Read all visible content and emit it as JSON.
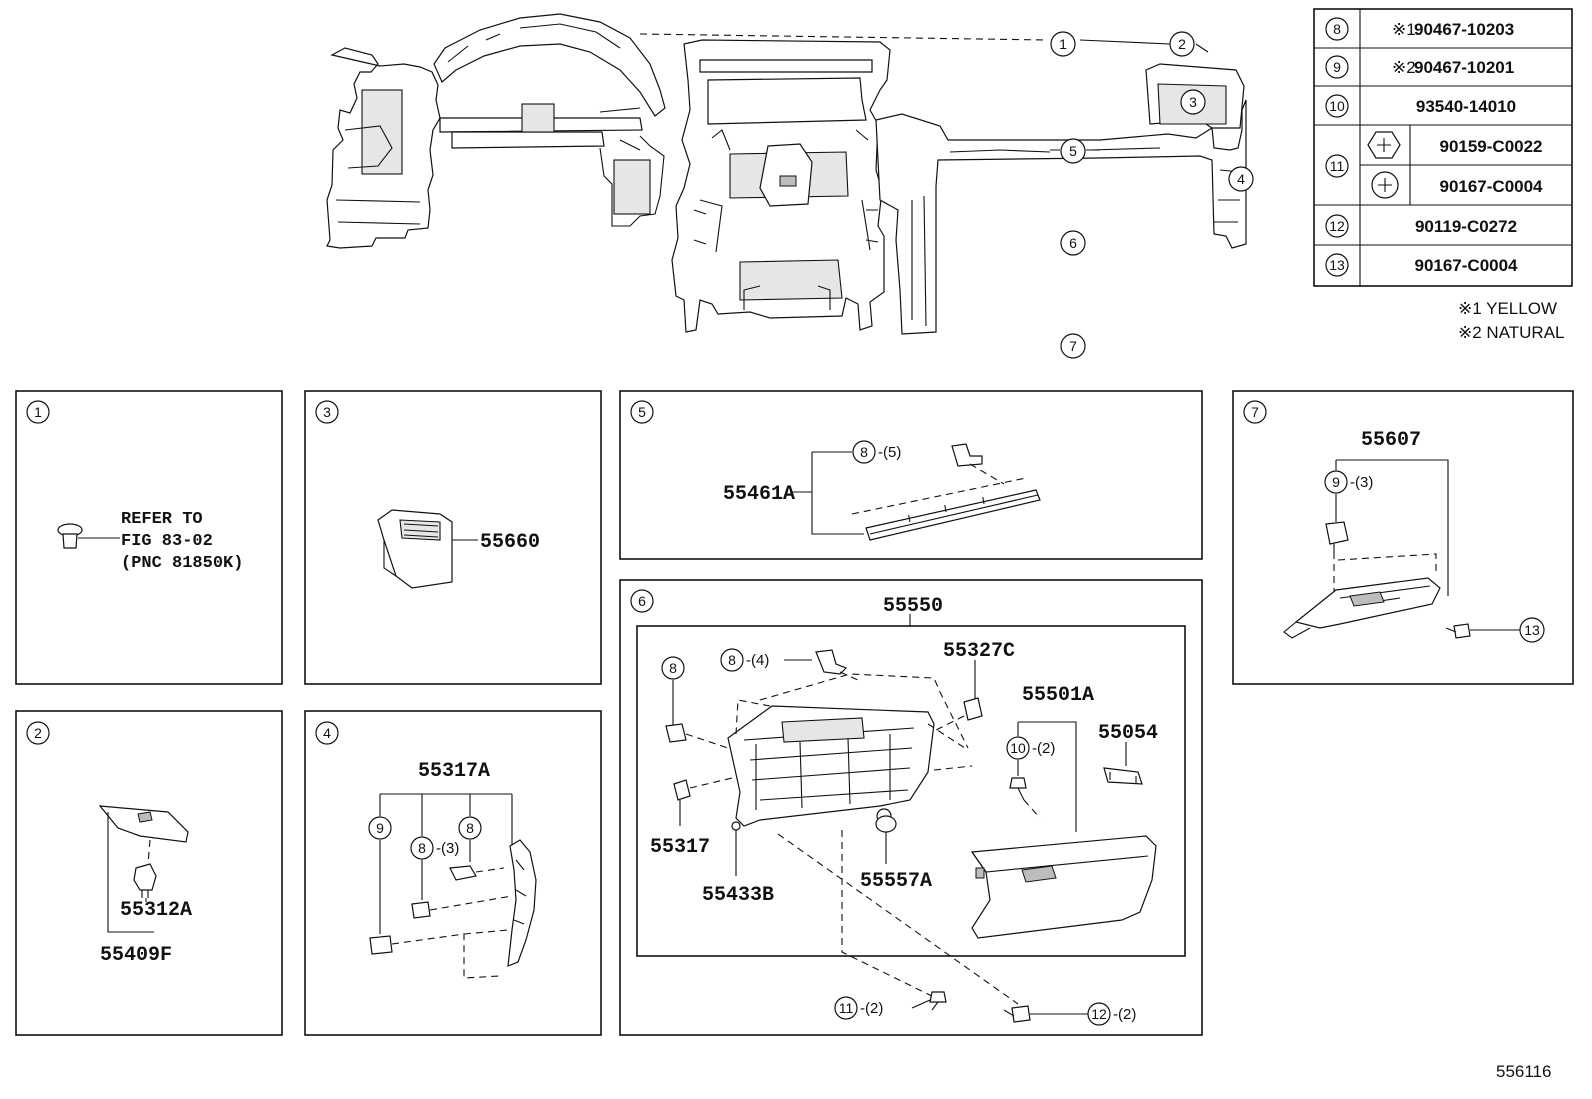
{
  "diagram_code": "556116",
  "legend": {
    "rows": [
      {
        "callout": "8",
        "mark": "※1",
        "part": "90467-10203"
      },
      {
        "callout": "9",
        "mark": "※2",
        "part": "90467-10201"
      },
      {
        "callout": "10",
        "part": "93540-14010"
      },
      {
        "callout": "11",
        "part_a": "90159-C0022",
        "part_b": "90167-C0004",
        "icon_a": "pan-head-screw-icon",
        "icon_b": "round-head-screw-icon"
      },
      {
        "callout": "12",
        "part": "90119-C0272"
      },
      {
        "callout": "13",
        "part": "90167-C0004"
      }
    ],
    "notes": [
      "※1 YELLOW",
      "※2 NATURAL"
    ]
  },
  "overview_callouts": [
    "1",
    "2",
    "3",
    "4",
    "5",
    "6",
    "7"
  ],
  "panels": {
    "p1": {
      "callout": "1",
      "ref_lines": [
        "REFER TO",
        "FIG 83-02",
        "(PNC 81850K)"
      ]
    },
    "p2": {
      "callout": "2",
      "parts": [
        "55312A",
        "55409F"
      ]
    },
    "p3": {
      "callout": "3",
      "parts": [
        "55660"
      ]
    },
    "p4": {
      "callout": "4",
      "parts": [
        "55317A"
      ],
      "callouts": [
        "9",
        "8",
        "8"
      ],
      "qty": "-(3)"
    },
    "p5": {
      "callout": "5",
      "parts": [
        "55461A"
      ],
      "callouts": [
        "8"
      ],
      "qty": "-(5)"
    },
    "p6": {
      "callout": "6",
      "parts": [
        "55550",
        "55327C",
        "55501A",
        "55054",
        "55317",
        "55433B",
        "55557A"
      ],
      "callouts": [
        "8",
        "8",
        "10",
        "11",
        "12"
      ],
      "qty": [
        "-(4)",
        "-(2)",
        "-(2)",
        "-(2)"
      ]
    },
    "p7": {
      "callout": "7",
      "parts": [
        "55607"
      ],
      "callouts": [
        "9",
        "13"
      ],
      "qty": "-(3)"
    }
  }
}
